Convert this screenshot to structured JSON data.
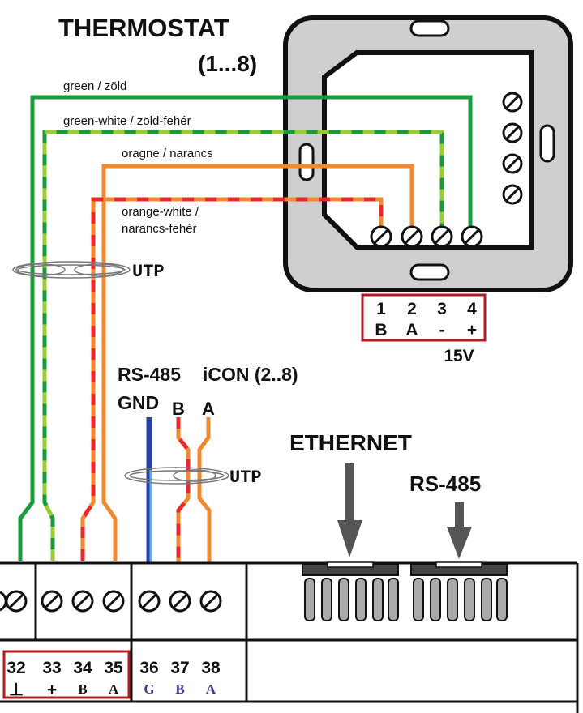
{
  "thermostat": {
    "title": "THERMOSTAT",
    "range": "(1...8)",
    "wires": {
      "green": "green / zöld",
      "green_white": "green-white / zöld-fehér",
      "orange": "oragne / narancs",
      "orange_white_line1": "orange-white /",
      "orange_white_line2": "narancs-fehér"
    },
    "terminals": [
      {
        "num": "1",
        "sig": "B"
      },
      {
        "num": "2",
        "sig": "A"
      },
      {
        "num": "3",
        "sig": "-"
      },
      {
        "num": "4",
        "sig": "+"
      }
    ],
    "voltage": "15V"
  },
  "cable": {
    "utp_label": "UTP"
  },
  "rs485_bus": {
    "label": "RS-485",
    "icon_label": "iCON (2..8)",
    "gnd": "GND",
    "b": "B",
    "a": "A"
  },
  "ports": {
    "ethernet": "ETHERNET",
    "rs485": "RS-485"
  },
  "controller_terminals": [
    {
      "num": "32",
      "sig": "⊥"
    },
    {
      "num": "33",
      "sig": "+"
    },
    {
      "num": "34",
      "sig": "B"
    },
    {
      "num": "35",
      "sig": "A"
    },
    {
      "num": "36",
      "sig": "G"
    },
    {
      "num": "37",
      "sig": "B"
    },
    {
      "num": "38",
      "sig": "A"
    }
  ],
  "colors": {
    "green": "#1a9a3c",
    "light_green": "#9acd32",
    "orange": "#f08a30",
    "red": "#e8282a",
    "blue": "#2a3fa8",
    "light_blue": "#5ab4e6",
    "highlight_box": "#b01c22",
    "housing": "#d9d9d9",
    "sig_blue": "#3b3b8e"
  }
}
